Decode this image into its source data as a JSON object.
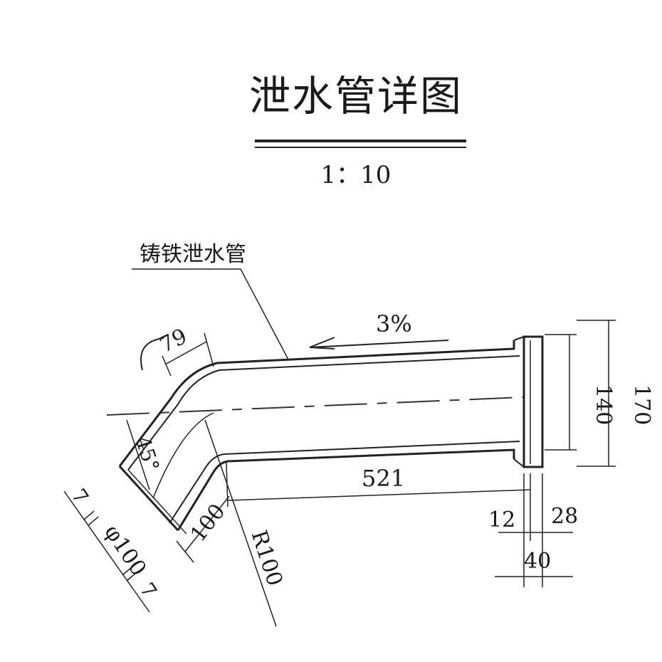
{
  "drawing": {
    "title": "泄水管详图",
    "scale": "1：10",
    "pipe_label": "铸铁泄水管",
    "slope": "3%",
    "angle": "45°",
    "dims": {
      "d79": "79",
      "d521": "521",
      "d140": "140",
      "d170": "170",
      "d12": "12",
      "d28": "28",
      "d40": "40",
      "d100": "100",
      "r100": "R100",
      "phi100": "φ100",
      "t7a": "7",
      "t7b": "7"
    }
  }
}
